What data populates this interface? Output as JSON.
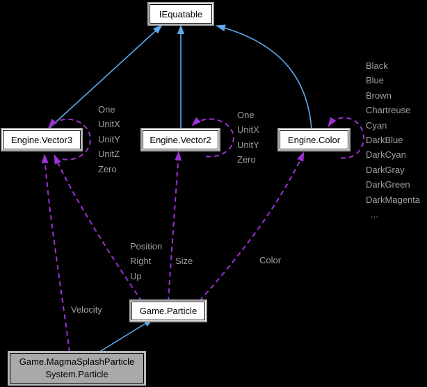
{
  "diagram": {
    "title": "collaboration-graph",
    "colors": {
      "background": "#000000",
      "inheritance_edge": "#5aacf0",
      "usage_edge": "#9d30d6",
      "label_text": "#a0a0a0",
      "node_fill": "#ffffff",
      "node_text": "#000000",
      "focus_node_fill": "#a9a9a9"
    }
  },
  "nodes": {
    "iequatable": {
      "label": "IEquatable"
    },
    "vector3": {
      "label": "Engine.Vector3",
      "members": [
        "One",
        "UnitX",
        "UnitY",
        "UnitZ",
        "Zero"
      ]
    },
    "vector2": {
      "label": "Engine.Vector2",
      "members": [
        "One",
        "UnitX",
        "UnitY",
        "Zero"
      ]
    },
    "color": {
      "label": "Engine.Color",
      "members": [
        "Black",
        "Blue",
        "Brown",
        "Chartreuse",
        "Cyan",
        "DarkBlue",
        "DarkCyan",
        "DarkGray",
        "DarkGreen",
        "DarkMagenta",
        "..."
      ]
    },
    "particle": {
      "label": "Game.Particle"
    },
    "magma": {
      "label_line1": "Game.MagmaSplashParticle",
      "label_line2": "System.Particle"
    }
  },
  "edge_labels": {
    "position": "Position",
    "right": "Right",
    "up": "Up",
    "size": "Size",
    "color": "Color",
    "velocity": "Velocity"
  }
}
